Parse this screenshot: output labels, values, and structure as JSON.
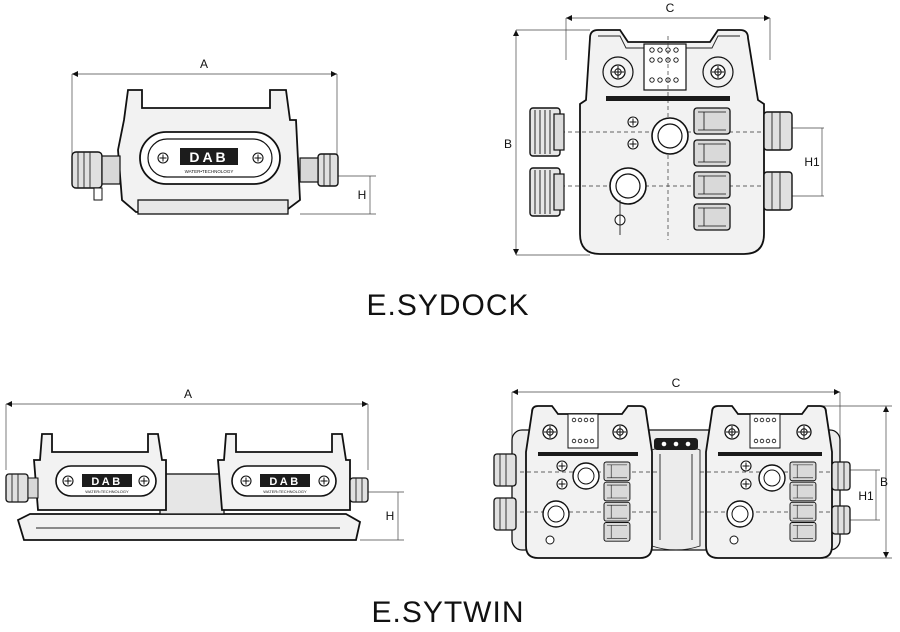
{
  "logo": {
    "brand": "DAB",
    "tagline": "WATER•TECHNOLOGY"
  },
  "esydock": {
    "title": "E.SYDOCK",
    "side_view": {
      "width_label": "A",
      "height_label": "H"
    },
    "top_view": {
      "width_label": "C",
      "depth_label": "B",
      "height1_label": "H1"
    }
  },
  "esytwin": {
    "title": "E.SYTWIN",
    "side_view": {
      "width_label": "A",
      "height_label": "H"
    },
    "top_view": {
      "width_label": "C",
      "depth_label": "B",
      "height1_label": "H1"
    }
  }
}
